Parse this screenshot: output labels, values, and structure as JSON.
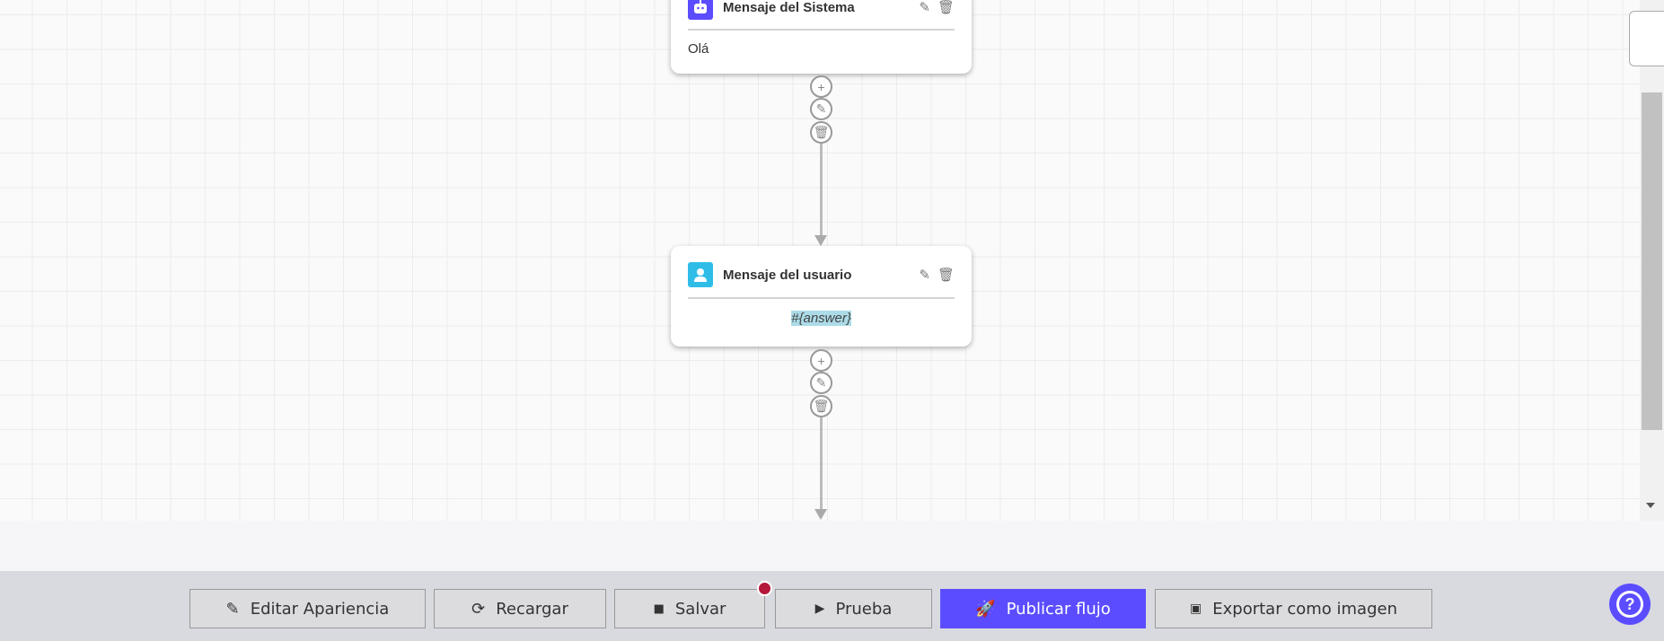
{
  "nodes": [
    {
      "type": "system",
      "title": "Mensaje del Sistema",
      "content": "Olá",
      "icon": "robot-icon",
      "color": "#5b4dff"
    },
    {
      "type": "user",
      "title": "Mensaje del usuario",
      "content": "#{answer}",
      "icon": "user-icon",
      "color": "#2fbde8"
    }
  ],
  "toolbar": {
    "edit_appearance": "Editar Apariencia",
    "reload": "Recargar",
    "save": "Salvar",
    "test": "Prueba",
    "publish": "Publicar flujo",
    "export": "Exportar como imagen",
    "unsaved_indicator_color": "#b5173a",
    "accent": "#5b4dff"
  }
}
